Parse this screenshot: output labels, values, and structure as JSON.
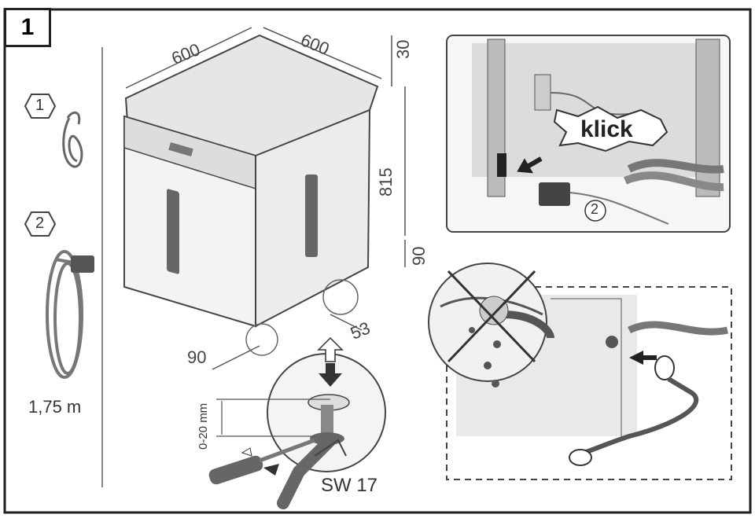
{
  "step_number": "1",
  "dimensions": {
    "width_front": "600",
    "depth_side": "600",
    "top_thickness": "30",
    "height": "815",
    "plinth_right": "90",
    "plinth_left": "90",
    "recess": "53",
    "foot_range": "0-20 mm"
  },
  "parts": {
    "part1_marker": "1",
    "part2_marker": "2",
    "cable_length": "1,75 m"
  },
  "detail": {
    "click_word": "klick",
    "detail_marker": "2",
    "wrench_size": "SW 17"
  }
}
